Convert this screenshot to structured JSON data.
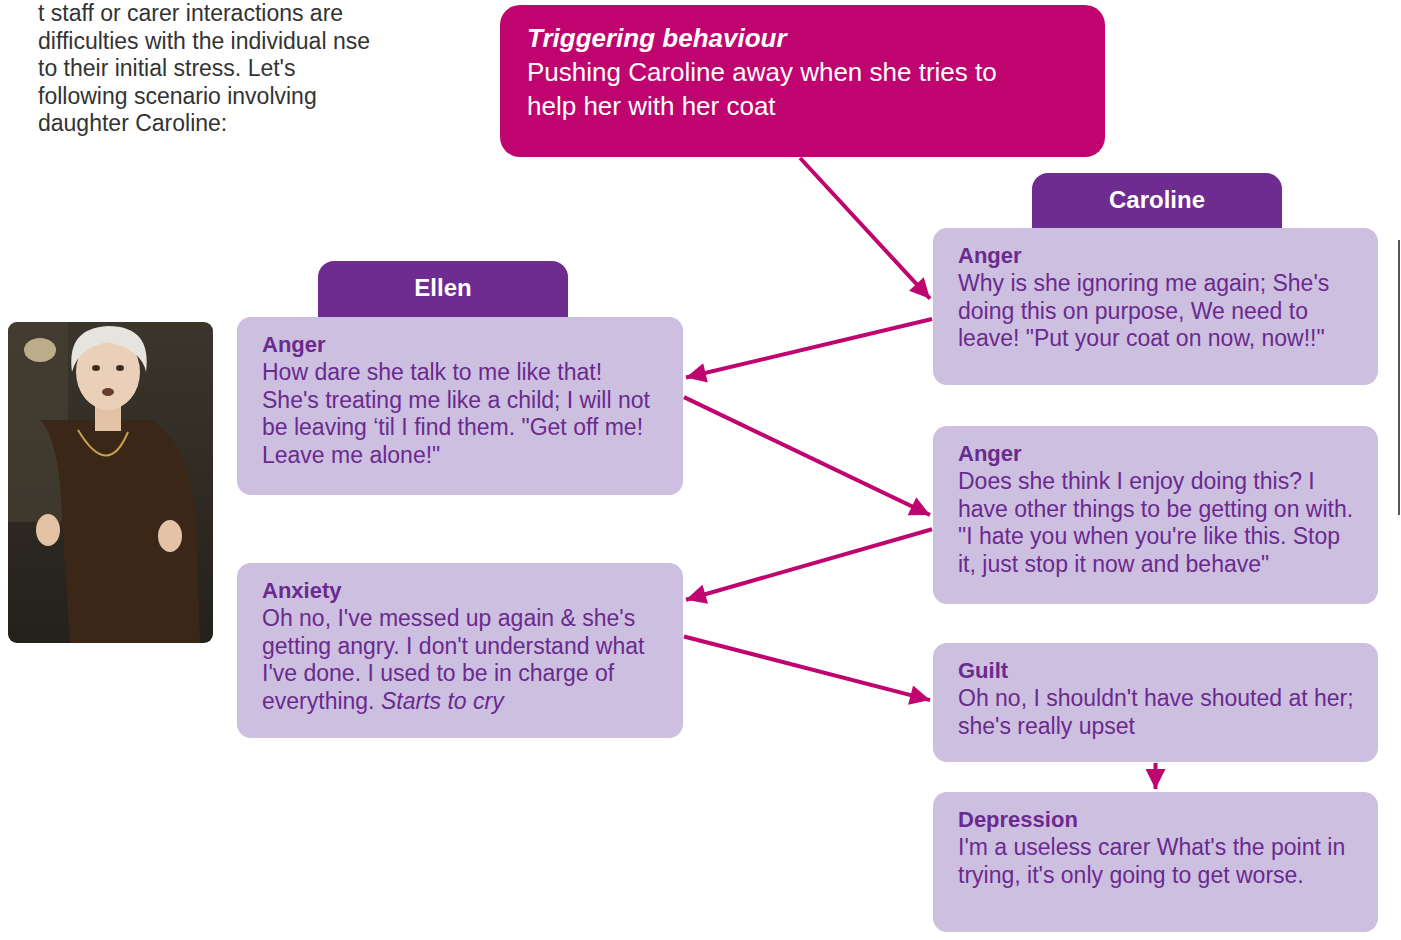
{
  "diagram": {
    "nodes": [
      {
        "text": [
          "Triggering behaviour",
          "Pushing Caroline away when she tries to help her with her coat"
        ]
      },
      {
        "text": [
          "Caroline"
        ]
      },
      {
        "text": [
          "Anger",
          "Why is she ignoring me again; She's doing this on purpose, We need to leave! \"Put your coat on now, now!!\""
        ]
      },
      {
        "text": [
          "Ellen"
        ]
      },
      {
        "text": [
          "Anger",
          "How dare she talk to me like that! She's treating me like a child; I will not be leaving ‘til I find them. \"Get off me! Leave me alone!\""
        ]
      },
      {
        "text": [
          "Anger",
          "Does she think I enjoy doing this? I have other things to be getting on with. \"I hate you when you're like this. Stop it, just stop it now and behave\""
        ]
      },
      {
        "text": [
          "Anxiety",
          "Oh no, I've messed up again & she's getting angry. I don't understand what I've done. I used to be in charge of everything.",
          "Starts to cry"
        ]
      },
      {
        "text": [
          "Guilt",
          "Oh no, I shouldn't have shouted at her; she's really upset"
        ]
      },
      {
        "text": [
          "Depression",
          "I'm a useless carer What's the point in trying, it's only going to get worse."
        ]
      }
    ],
    "edges": [
      {
        "from": 0,
        "to": 2,
        "arrow": "to"
      },
      {
        "from": 2,
        "to": 4,
        "arrow": "to"
      },
      {
        "from": 4,
        "to": 5,
        "arrow": "to"
      },
      {
        "from": 5,
        "to": 6,
        "arrow": "to"
      },
      {
        "from": 6,
        "to": 7,
        "arrow": "to"
      },
      {
        "from": 7,
        "to": 8,
        "arrow": "to"
      }
    ],
    "labels": [
      "t staff or carer interactions are difficulties with the individual nse to their initial stress. Let's following scenario involving daughter Caroline:"
    ]
  }
}
